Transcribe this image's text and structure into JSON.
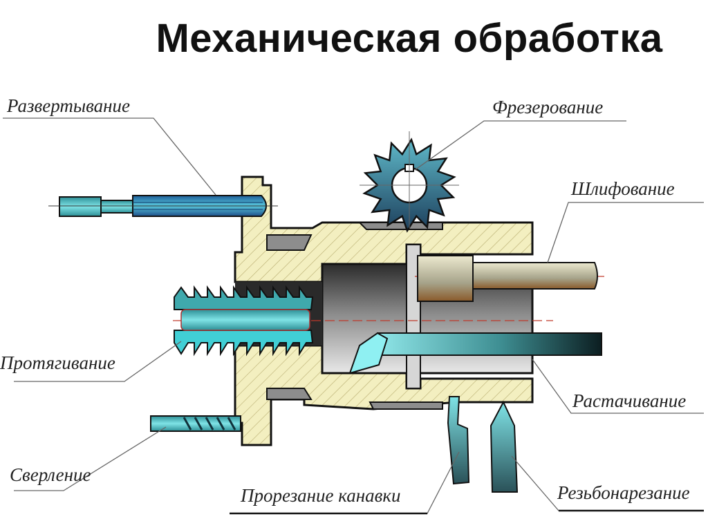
{
  "title": "Механическая обработка",
  "labels": {
    "reaming": "Развертывание",
    "milling": "Фрезерование",
    "grinding": "Шлифование",
    "broaching": "Протягивание",
    "boring": "Растачивание",
    "drilling": "Сверление",
    "grooving": "Прорезание канавки",
    "threading": "Резьбонарезание"
  },
  "colors": {
    "workpiece": "#f3efc0",
    "hatch": "#b8ad70",
    "tool_cyan": "#4fc6c8",
    "tool_dark": "#1f4f57",
    "cutter_blue": "#1e3d6e",
    "axis": "#c0392b",
    "leader": "#666666"
  }
}
